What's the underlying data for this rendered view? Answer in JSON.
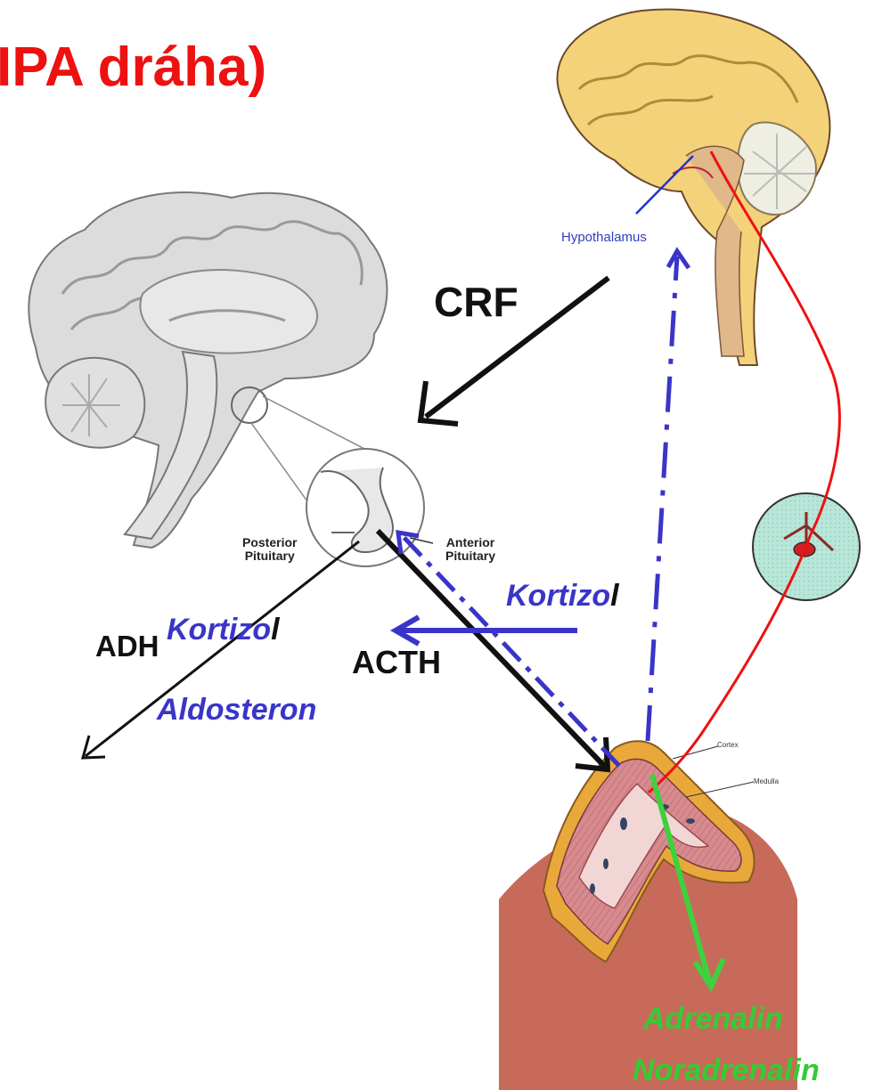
{
  "title": {
    "text": "IPA dráha)",
    "color": "#ee1111"
  },
  "labels": {
    "crf": "CRF",
    "adh": "ADH",
    "acth": "ACTH",
    "kortizol_feedback": {
      "main": "Kortizo",
      "tail": "l"
    },
    "kortizol_output": {
      "main": "Kortizo",
      "tail": "l"
    },
    "aldosteron": "Aldosteron",
    "adrenalin": "Adrenalin",
    "noradrenalin": "Noradrenalin",
    "posterior_pituitary": [
      "Posterior",
      "Pituitary"
    ],
    "anterior_pituitary": [
      "Anterior",
      "Pituitary"
    ],
    "hypothalamus": "Hypothalamus",
    "cortex": "Cortex",
    "medulla": "Medulla"
  },
  "colors": {
    "black_text": "#111111",
    "blue_text": "#3a35c8",
    "green_text": "#33cc33",
    "blue_arrow": "#3a35c8",
    "green_arrow": "#3ed13e",
    "red_nerve": "#ee1111",
    "brain_gray": "#d4d4d4",
    "brain_yellow": "#f4d27a",
    "adrenal_pink": "#d88b8f",
    "adrenal_fat": "#e8a93a",
    "kidney_brown": "#c86a5a",
    "ganglion_teal": "#b8e6d8"
  },
  "icons": [
    "brain-gray-illustration",
    "brain-color-illustration",
    "pituitary-inset",
    "adrenal-gland-illustration",
    "ganglion-cell-icon"
  ]
}
